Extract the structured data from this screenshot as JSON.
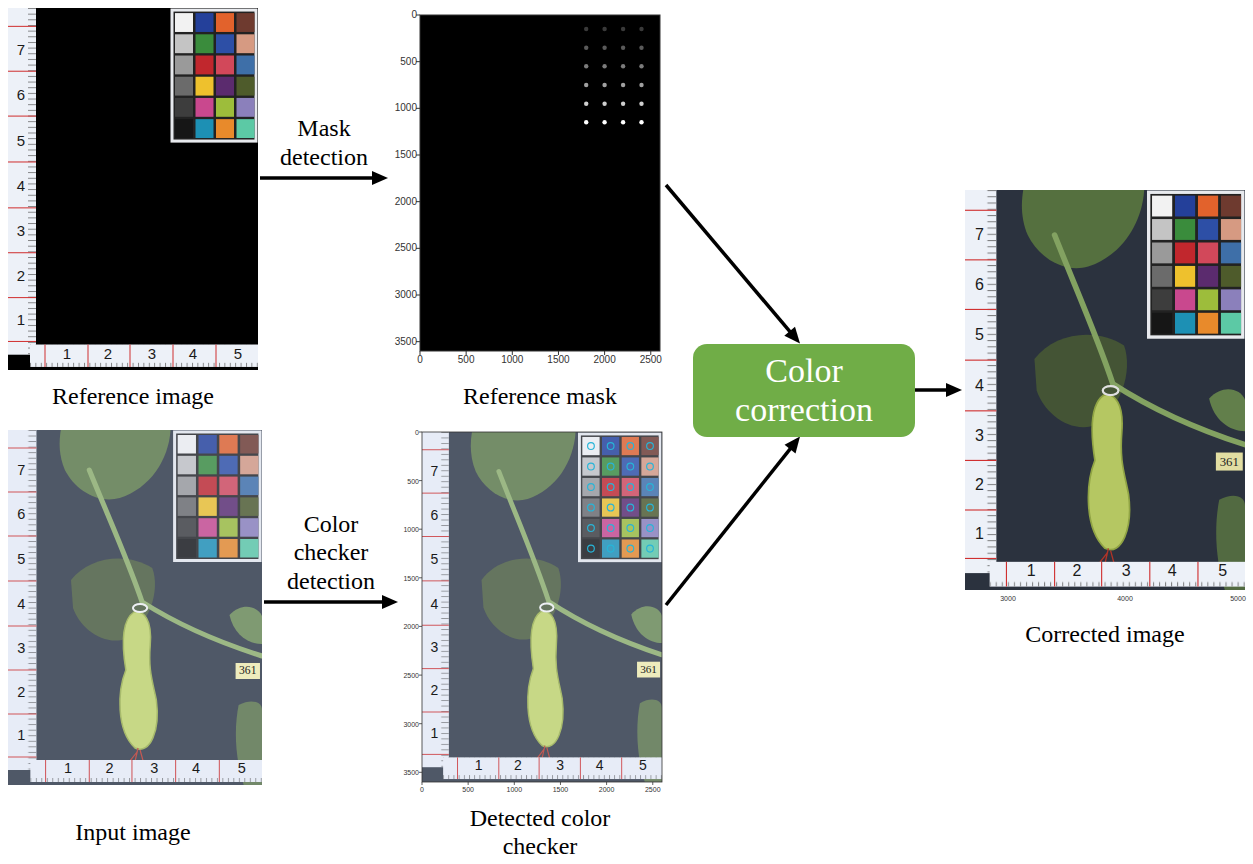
{
  "diagram": {
    "nodes": [
      {
        "text": [
          "Reference image"
        ]
      },
      {
        "text": [
          "Reference mask"
        ]
      },
      {
        "text": [
          "Input image"
        ]
      },
      {
        "text": [
          "Detected color checker"
        ]
      },
      {
        "text": [
          "Color correction"
        ]
      },
      {
        "text": [
          "Corrected image"
        ]
      }
    ],
    "edges": [
      {
        "from": 0,
        "to": 1,
        "arrow": "to",
        "label": "Mask detection"
      },
      {
        "from": 2,
        "to": 3,
        "arrow": "to",
        "label": "Color checker detection"
      },
      {
        "from": 1,
        "to": 4,
        "arrow": "to"
      },
      {
        "from": 3,
        "to": 4,
        "arrow": "to"
      },
      {
        "from": 4,
        "to": 5,
        "arrow": "to"
      }
    ],
    "labels": [
      "7",
      "6",
      "5",
      "4",
      "3",
      "2",
      "1",
      "1",
      "2",
      "3",
      "4",
      "5",
      "0",
      "500",
      "1000",
      "1500",
      "2000",
      "2500",
      "3000",
      "3500",
      "0",
      "500",
      "1000",
      "1500",
      "2000",
      "2500",
      "7",
      "6",
      "5",
      "4",
      "3",
      "2",
      "1",
      "1",
      "2",
      "3",
      "4",
      "5",
      "361",
      "0",
      "500",
      "1000",
      "1500",
      "2000",
      "2500",
      "3000",
      "3500",
      "0",
      "500",
      "1000",
      "1500",
      "2000",
      "2500",
      "7",
      "6",
      "5",
      "4",
      "3",
      "2",
      "1",
      "1",
      "2",
      "3",
      "4",
      "5",
      "361",
      "7",
      "6",
      "5",
      "4",
      "3",
      "2",
      "1",
      "1",
      "2",
      "3",
      "4",
      "5",
      "361",
      "3000",
      "4000",
      "5000"
    ]
  }
}
